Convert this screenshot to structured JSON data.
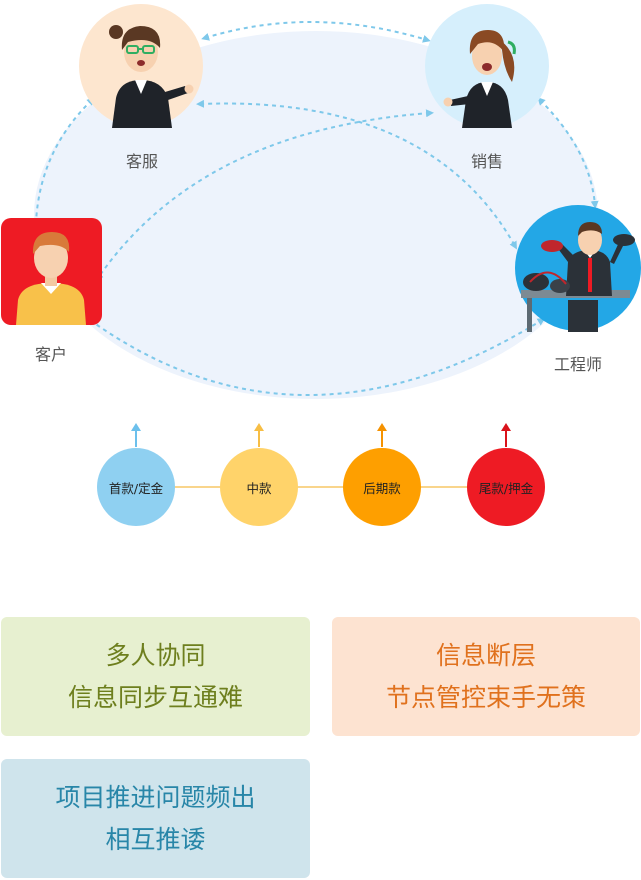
{
  "roles": {
    "service": "客服",
    "sales": "销售",
    "customer": "客户",
    "engineer": "工程师"
  },
  "payment_steps": [
    {
      "label": "首款/定金",
      "color": "#8fd0f1",
      "arrow_color": "#6cc0ec"
    },
    {
      "label": "中款",
      "color": "#ffd36a",
      "arrow_color": "#f7be45"
    },
    {
      "label": "后期款",
      "color": "#fe9f00",
      "arrow_color": "#f59200"
    },
    {
      "label": "尾款/押金",
      "color": "#ee1b24",
      "arrow_color": "#d9131b"
    }
  ],
  "cards": [
    {
      "line1": "多人协同",
      "line2": "信息同步互通难",
      "bg": "#e7f0d0",
      "fg": "#6e7f1e"
    },
    {
      "line1": "信息断层",
      "line2": "节点管控束手无策",
      "bg": "#fde3d1",
      "fg": "#e0711d"
    },
    {
      "line1": "项目推进问题频出",
      "line2": "相互推诿",
      "bg": "#cfe4ec",
      "fg": "#2886a8"
    }
  ],
  "colors": {
    "ellipse_fill": "#edf3fc",
    "dashed_link": "#7ec8ea",
    "timeline_line": "#f9d58c"
  }
}
